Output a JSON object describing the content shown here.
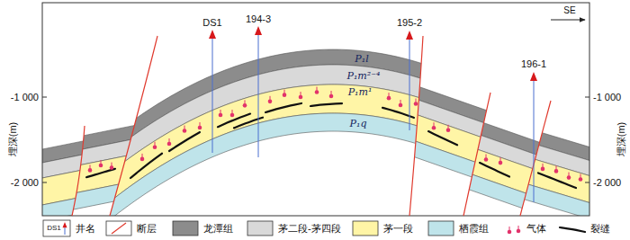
{
  "diagram": {
    "labels": [
      "DS1",
      "194-3",
      "195-2",
      "196-1",
      "SE",
      "埋深(m)",
      "-1 000",
      "-2 000",
      "埋深(m)",
      "-1 000",
      "-2 000",
      "P₁l",
      "P₁m²⁻⁴",
      "P₁m¹",
      "P₁q",
      "DS1"
    ],
    "legend": [
      {
        "text": "井名"
      },
      {
        "text": "断层"
      },
      {
        "text": "龙潭组",
        "color": "#8c8c8c"
      },
      {
        "text": "茅二段-茅四段",
        "color": "#d9d9d9"
      },
      {
        "text": "茅一段",
        "color": "#fff5a6"
      },
      {
        "text": "栖霞组",
        "color": "#bfe4ea"
      },
      {
        "text": "气体"
      },
      {
        "text": "裂缝"
      }
    ]
  }
}
